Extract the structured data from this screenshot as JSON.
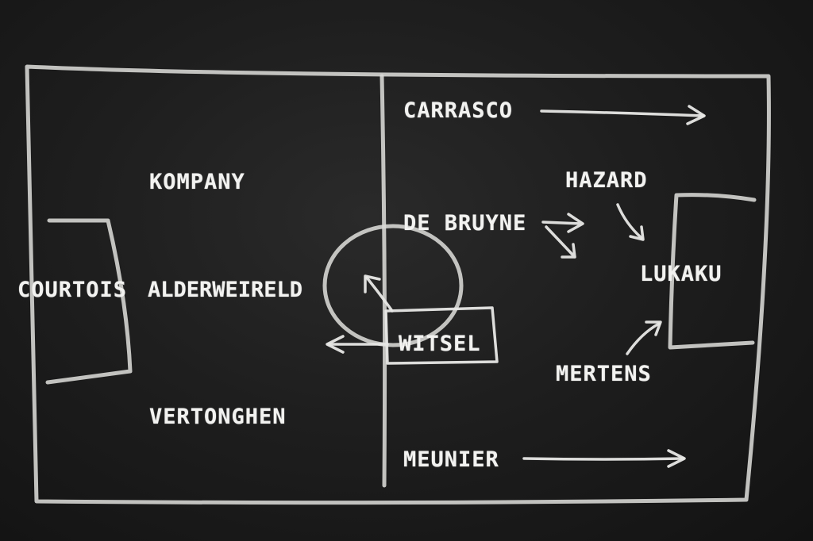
{
  "players": {
    "courtois": "COURTOIS",
    "kompany": "KOMPANY",
    "alderweireld": "ALDERWEIRELD",
    "vertonghen": "VERTONGHEN",
    "witsel": "WITSEL",
    "carrasco": "CARRASCO",
    "de_bruyne": "DE BRUYNE",
    "hazard": "HAZARD",
    "lukaku": "LUKAKU",
    "mertens": "MERTENS",
    "meunier": "MEUNIER"
  },
  "colors": {
    "chalk": "#e8e8e6",
    "board": "#1e1e1e"
  }
}
